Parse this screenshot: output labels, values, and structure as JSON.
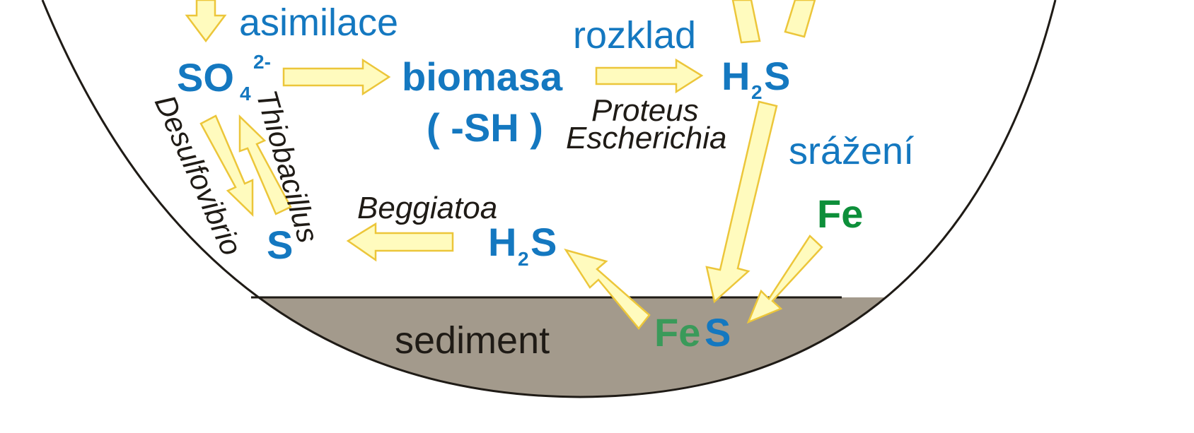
{
  "labels": {
    "asimilace": "asimilace",
    "rozklad": "rozklad",
    "so4_base": "SO",
    "so4_sub": "4",
    "so4_sup": "2-",
    "biomasa": "biomasa",
    "sh": "( -SH )",
    "h2s_top_h": "H",
    "h2s_top_sub": "2",
    "h2s_top_s": "S",
    "proteus": "Proteus",
    "escherichia": "Escherichia",
    "srazeni": "srážení",
    "thiobacillus": "Thiobacillus",
    "desulfovibrio": "Desulfovibrio",
    "beggiatoa": "Beggiatoa",
    "s": "S",
    "h2s_bottom_h": "H",
    "h2s_bottom_sub": "2",
    "h2s_bottom_s": "S",
    "fe": "Fe",
    "fes_fe": "Fe",
    "fes_s": "S",
    "sediment": "sediment"
  },
  "colors": {
    "compound_blue": "#1478c0",
    "iron_green": "#0d8f3a",
    "sediment": "#a39a8c",
    "arrow_fill": "#fffbbe",
    "arrow_stroke": "#ecc63a",
    "outline": "#1f1b16"
  }
}
